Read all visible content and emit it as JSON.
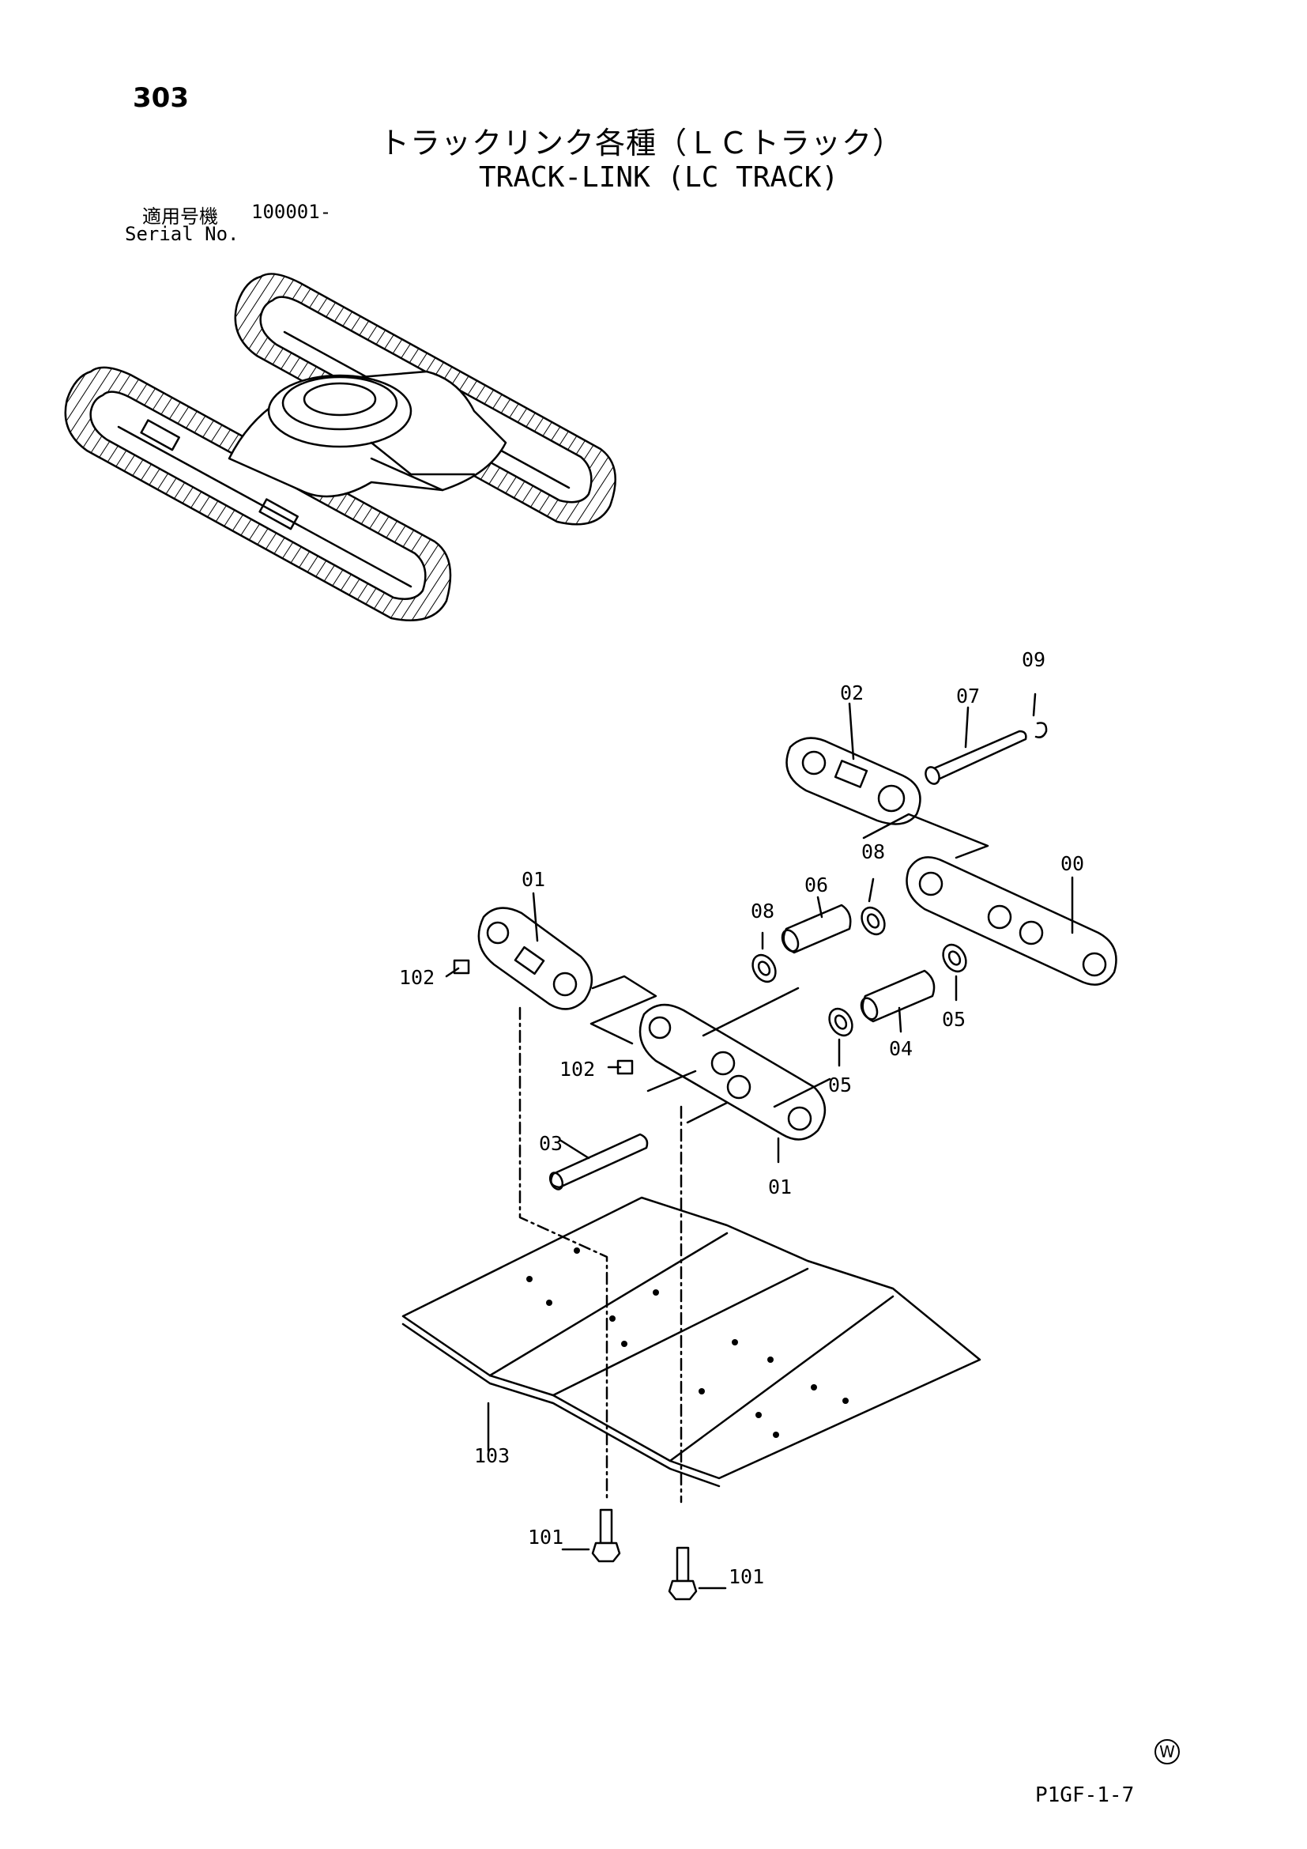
{
  "header": {
    "page_number": "303",
    "title_jp": "トラックリンク各種（ＬＣトラック）",
    "title_en": "TRACK-LINK (LC TRACK)",
    "serial_label_jp": "適用号機",
    "serial_value": "100001-",
    "serial_label_en": "Serial No."
  },
  "callouts": [
    {
      "id": "c09",
      "text": "09"
    },
    {
      "id": "c02",
      "text": "02"
    },
    {
      "id": "c07",
      "text": "07"
    },
    {
      "id": "c08a",
      "text": "08"
    },
    {
      "id": "c00",
      "text": "00"
    },
    {
      "id": "c01a",
      "text": "01"
    },
    {
      "id": "c06",
      "text": "06"
    },
    {
      "id": "c08b",
      "text": "08"
    },
    {
      "id": "c102a",
      "text": "102"
    },
    {
      "id": "c05a",
      "text": "05"
    },
    {
      "id": "c04",
      "text": "04"
    },
    {
      "id": "c102b",
      "text": "102"
    },
    {
      "id": "c05b",
      "text": "05"
    },
    {
      "id": "c03",
      "text": "03"
    },
    {
      "id": "c01b",
      "text": "01"
    },
    {
      "id": "c103",
      "text": "103"
    },
    {
      "id": "c101a",
      "text": "101"
    },
    {
      "id": "c101b",
      "text": "101"
    }
  ],
  "footer": {
    "watermark": "W",
    "page_code": "P1GF-1-7"
  }
}
